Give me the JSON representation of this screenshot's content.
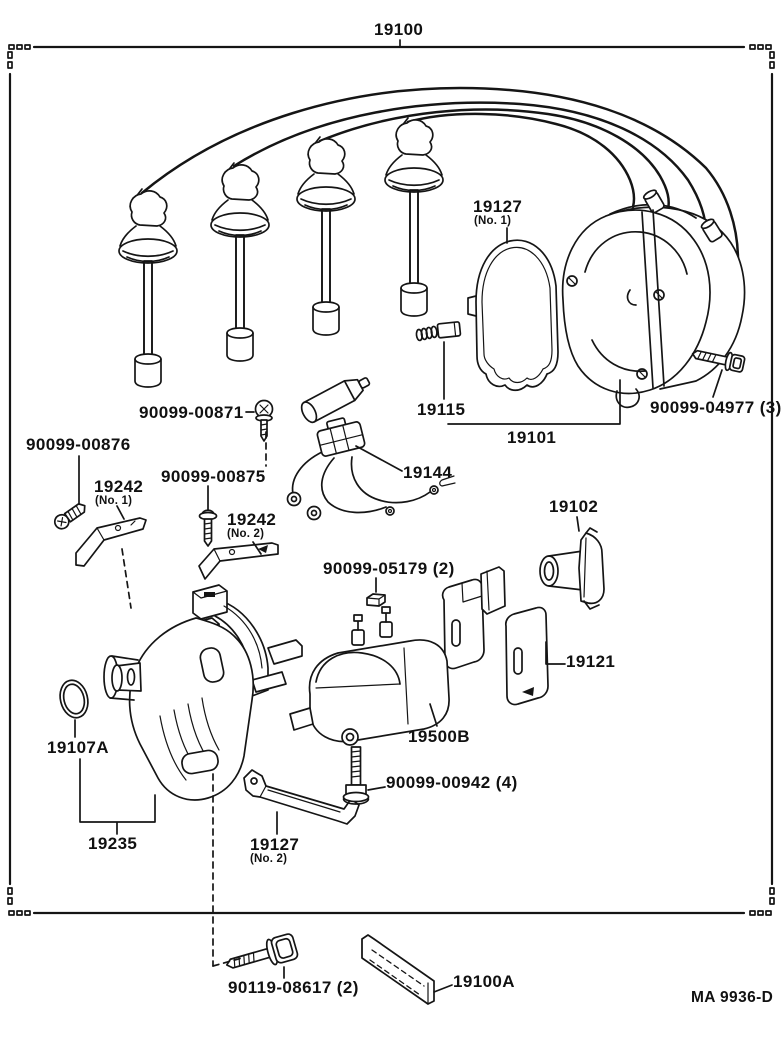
{
  "frame": {
    "assembly_number": "19100"
  },
  "footer": {
    "drawing_code": "MA 9936-D"
  },
  "parts": {
    "cap_gasket": {
      "number": "19127",
      "variant": "(No. 1)"
    },
    "terminal_screw": {
      "number": "19115"
    },
    "distributor_cap": {
      "number": "19101"
    },
    "cap_screw": {
      "number": "90099-04977 (3)"
    },
    "harness_screw": {
      "number": "90099-00871"
    },
    "lead_harness": {
      "number": "19144"
    },
    "bracket1_screw": {
      "number": "90099-00876"
    },
    "bracket1": {
      "number": "19242",
      "variant": "(No. 1)"
    },
    "bracket2_screw": {
      "number": "90099-00875"
    },
    "bracket2": {
      "number": "19242",
      "variant": "(No. 2)"
    },
    "nut": {
      "number": "90099-05179 (2)"
    },
    "dust_cover": {
      "number": "19102"
    },
    "ignitor_bracket": {
      "number": "19121"
    },
    "ignition_coil": {
      "number": "19500B"
    },
    "o_ring": {
      "number": "19107A"
    },
    "housing": {
      "number": "19235"
    },
    "cover_strap": {
      "number": "19127",
      "variant": "(No. 2)"
    },
    "coil_bolt": {
      "number": "90099-00942 (4)"
    },
    "mount_bolt": {
      "number": "90119-08617 (2)"
    },
    "name_plate": {
      "number": "19100A"
    }
  }
}
